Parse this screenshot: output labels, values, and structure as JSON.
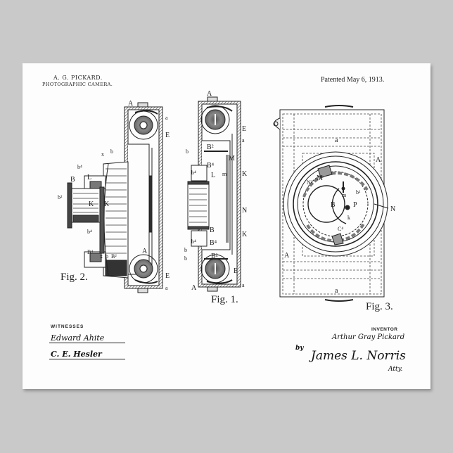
{
  "poster": {
    "header": {
      "inventor_name": "A. G. PICKARD.",
      "title": "PHOTOGRAPHIC CAMERA.",
      "patent_date": "Patented May 6, 1913."
    },
    "figures": [
      {
        "id": "fig2",
        "label": "Fig. 2."
      },
      {
        "id": "fig1",
        "label": "Fig. 1."
      },
      {
        "id": "fig3",
        "label": "Fig. 3."
      }
    ],
    "part_labels": {
      "fig2": [
        "A",
        "a",
        "E",
        "b",
        "b4",
        "x",
        "L",
        "B",
        "b2",
        "K",
        "K",
        "b4",
        "B4",
        "x",
        "b",
        "B2",
        "A",
        "E",
        "a"
      ],
      "fig1": [
        "A",
        "E",
        "a",
        "b",
        "B2",
        "M",
        "B4",
        "b4",
        "L",
        "m",
        "K",
        "N",
        "B",
        "b4",
        "B4",
        "K",
        "b",
        "b",
        "B2",
        "E",
        "a",
        "A"
      ],
      "fig3": [
        "a",
        "A",
        "N1",
        "M",
        "m",
        "b1",
        "B",
        "P",
        "N",
        "k",
        "C4",
        "A",
        "a"
      ]
    },
    "witnesses": {
      "label": "WITNESSES",
      "signatures": [
        "Edward Ahite",
        "C. E. Hesler"
      ]
    },
    "inventor": {
      "label": "INVENTOR",
      "name": "Arthur Gray Pickard",
      "by": "by",
      "attorney": "James L. Norris",
      "attorney_suffix": "Atty."
    }
  },
  "colors": {
    "background": "#c9c9c9",
    "paper": "#fdfdfd",
    "ink": "#222222"
  }
}
